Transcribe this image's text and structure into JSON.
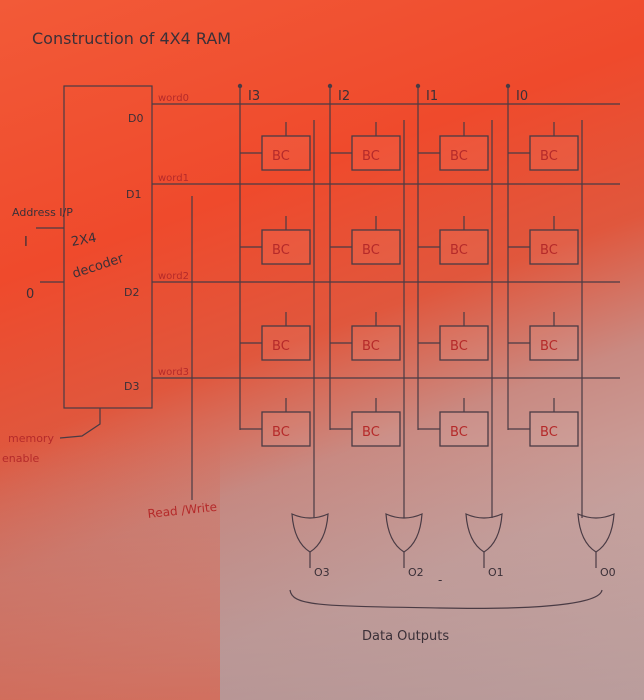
{
  "title": "Construction of 4X4 RAM",
  "decoder": {
    "label_line1": "2X4",
    "label_line2": "decoder",
    "outputs": [
      "D0",
      "D1",
      "D2",
      "D3"
    ]
  },
  "address": {
    "label": "Address I/P",
    "inputs": [
      "I",
      "0"
    ]
  },
  "memory_enable": {
    "line1": "memory",
    "line2": "enable"
  },
  "words": [
    "word0",
    "word1",
    "word2",
    "word3"
  ],
  "data_inputs": [
    "I3",
    "I2",
    "I1",
    "I0"
  ],
  "cell_label": "BC",
  "read_write": "Read /Write",
  "outputs": [
    "O3",
    "O2",
    "O1",
    "O0"
  ],
  "output_separator": "-",
  "data_outputs_label": "Data Outputs"
}
